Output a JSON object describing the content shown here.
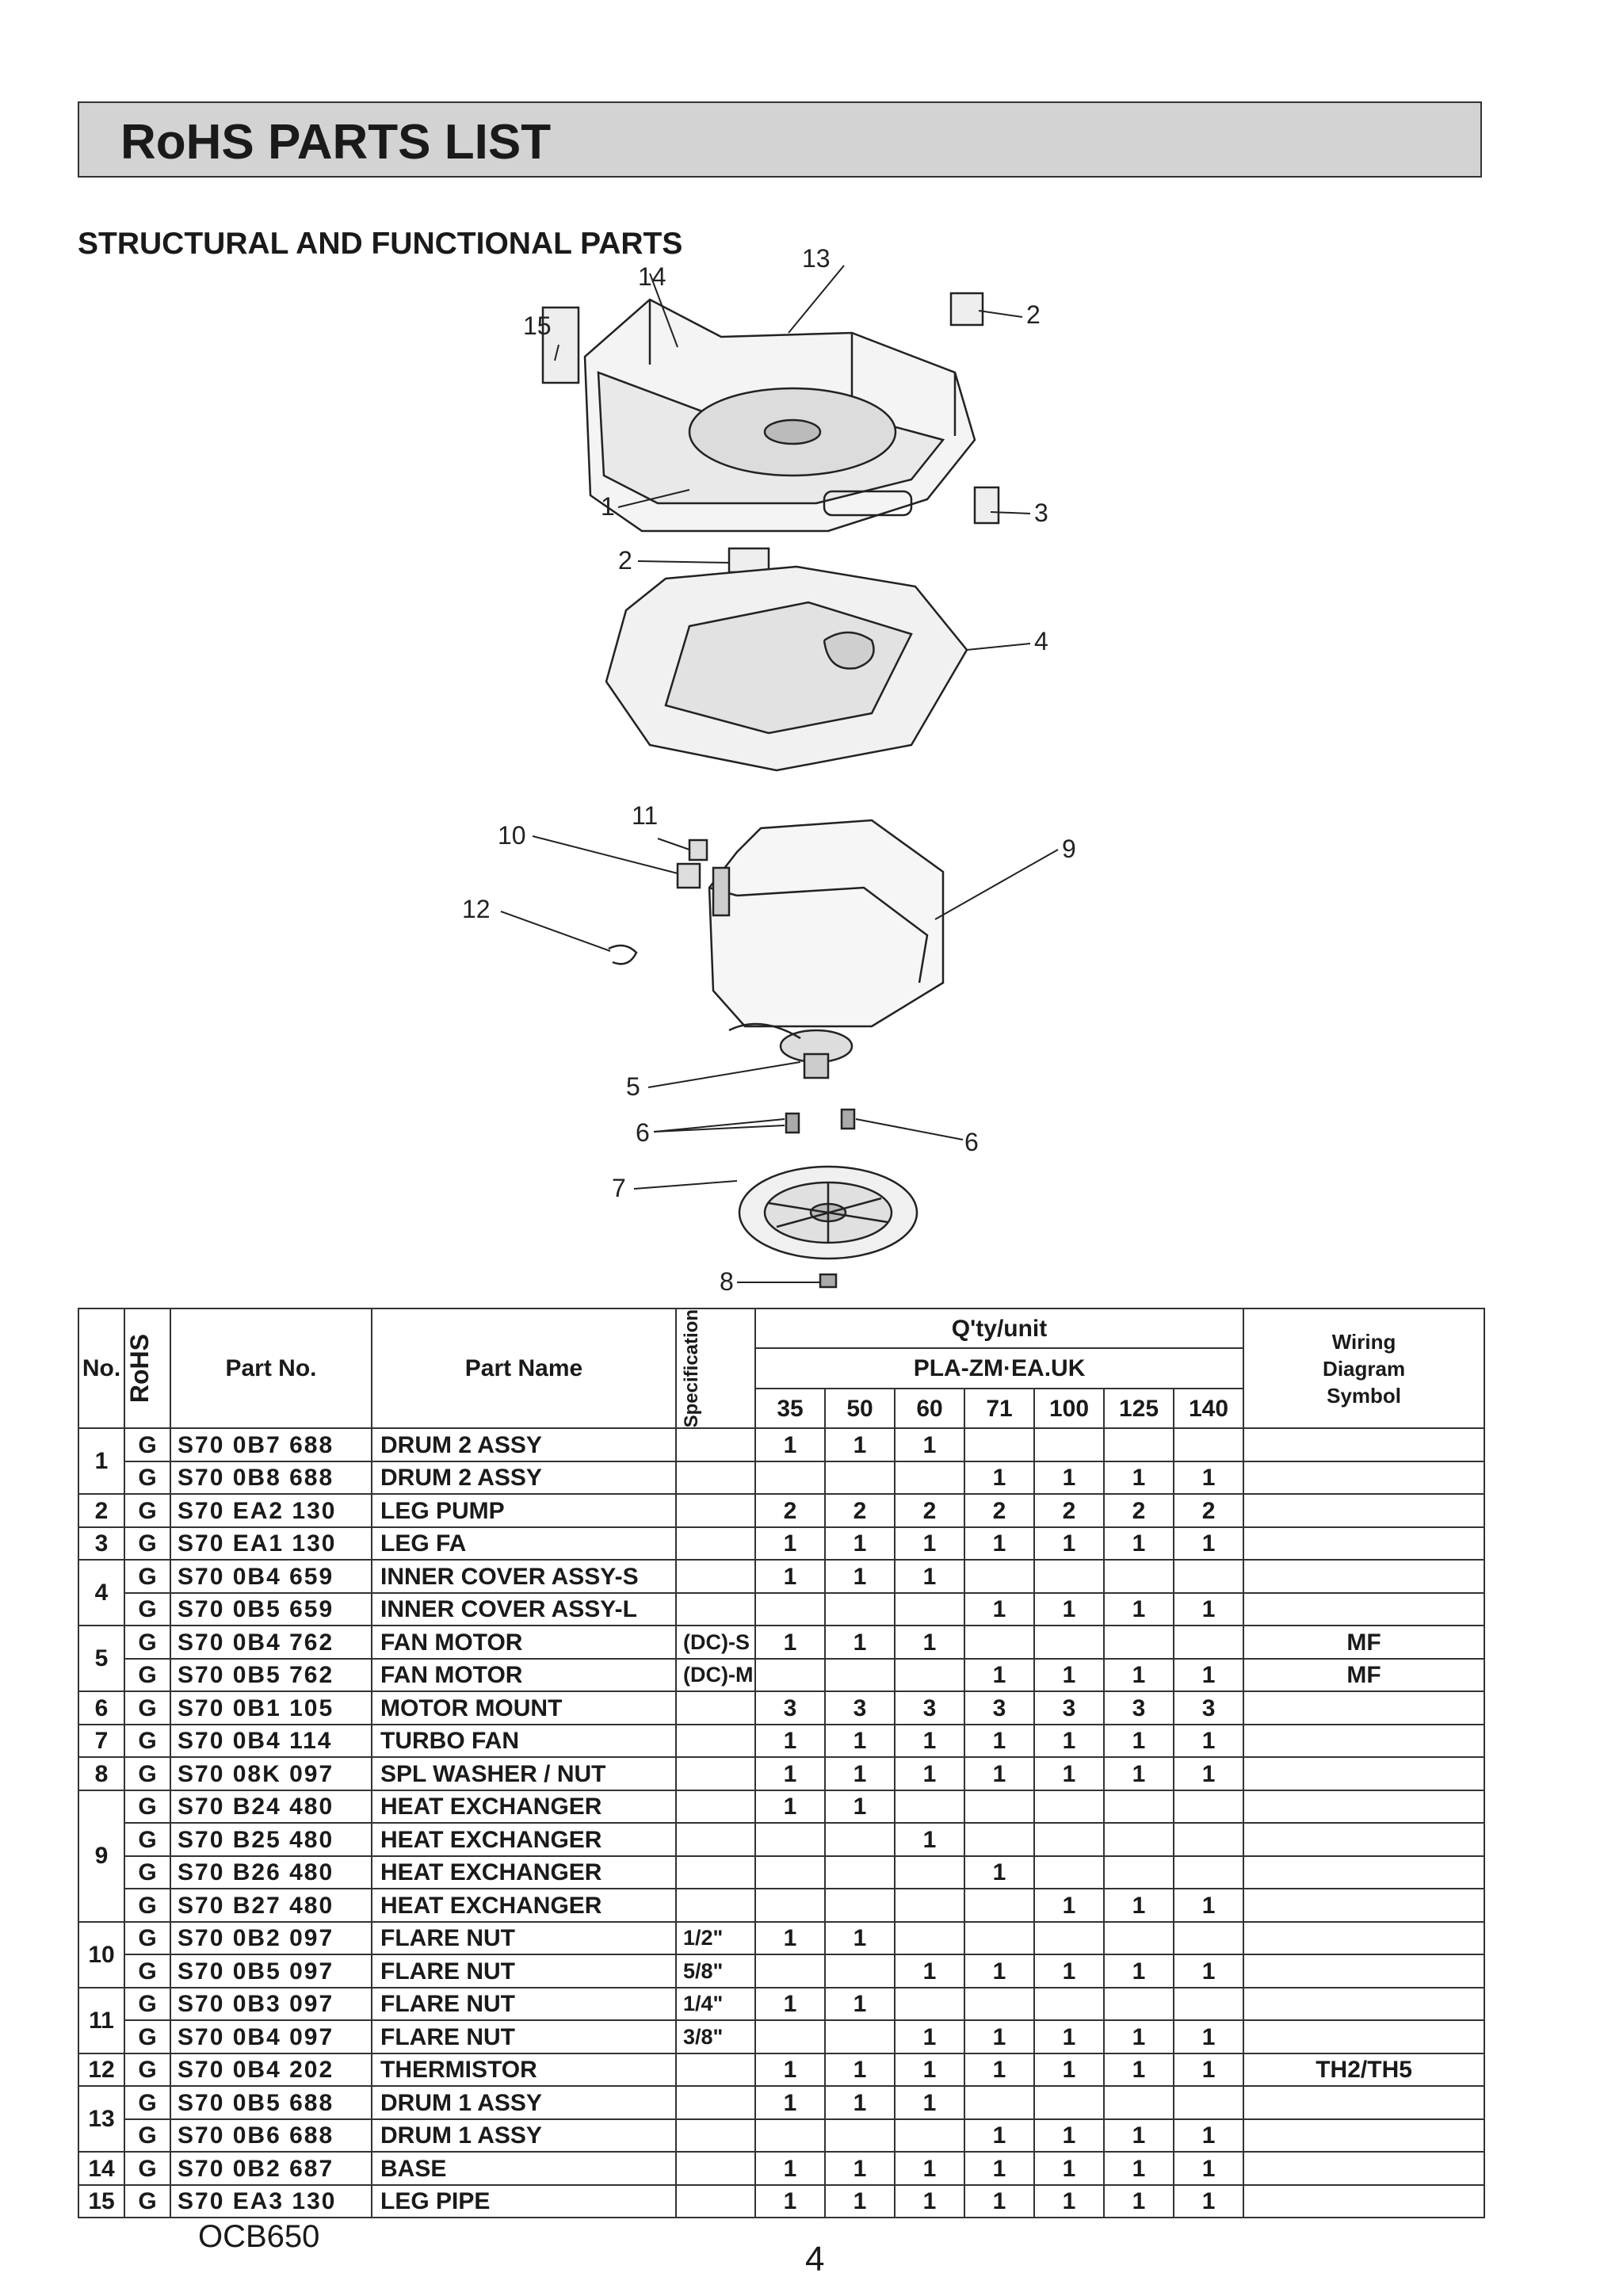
{
  "title": "RoHS PARTS LIST",
  "section": "STRUCTURAL AND FUNCTIONAL PARTS",
  "callouts": [
    "13",
    "14",
    "15",
    "2",
    "1",
    "3",
    "2",
    "4",
    "11",
    "10",
    "9",
    "12",
    "5",
    "6",
    "6",
    "7",
    "8"
  ],
  "table": {
    "h_no": "No.",
    "h_rohs": "RoHS",
    "h_partno": "Part No.",
    "h_partname": "Part Name",
    "h_spec": "Specification",
    "h_qty": "Q'ty/unit",
    "h_model": "PLA-ZM·EA.UK",
    "h_wiring_1": "Wiring",
    "h_wiring_2": "Diagram",
    "h_wiring_3": "Symbol",
    "capacities": [
      "35",
      "50",
      "60",
      "71",
      "100",
      "125",
      "140"
    ]
  },
  "groups": [
    {
      "no": "1",
      "rows": [
        {
          "rohs": "G",
          "part_no": "S70 0B7 688",
          "name": "DRUM 2 ASSY",
          "spec": "",
          "qty": [
            "1",
            "1",
            "1",
            "",
            "",
            "",
            ""
          ],
          "wiring": ""
        },
        {
          "rohs": "G",
          "part_no": "S70 0B8 688",
          "name": "DRUM 2 ASSY",
          "spec": "",
          "qty": [
            "",
            "",
            "",
            "1",
            "1",
            "1",
            "1"
          ],
          "wiring": ""
        }
      ]
    },
    {
      "no": "2",
      "rows": [
        {
          "rohs": "G",
          "part_no": "S70 EA2 130",
          "name": "LEG PUMP",
          "spec": "",
          "qty": [
            "2",
            "2",
            "2",
            "2",
            "2",
            "2",
            "2"
          ],
          "wiring": ""
        }
      ]
    },
    {
      "no": "3",
      "rows": [
        {
          "rohs": "G",
          "part_no": "S70 EA1 130",
          "name": "LEG FA",
          "spec": "",
          "qty": [
            "1",
            "1",
            "1",
            "1",
            "1",
            "1",
            "1"
          ],
          "wiring": ""
        }
      ]
    },
    {
      "no": "4",
      "rows": [
        {
          "rohs": "G",
          "part_no": "S70 0B4 659",
          "name": "INNER COVER ASSY-S",
          "spec": "",
          "qty": [
            "1",
            "1",
            "1",
            "",
            "",
            "",
            ""
          ],
          "wiring": ""
        },
        {
          "rohs": "G",
          "part_no": "S70 0B5 659",
          "name": "INNER COVER ASSY-L",
          "spec": "",
          "qty": [
            "",
            "",
            "",
            "1",
            "1",
            "1",
            "1"
          ],
          "wiring": ""
        }
      ]
    },
    {
      "no": "5",
      "rows": [
        {
          "rohs": "G",
          "part_no": "S70 0B4 762",
          "name": "FAN MOTOR",
          "spec": "(DC)-S",
          "qty": [
            "1",
            "1",
            "1",
            "",
            "",
            "",
            ""
          ],
          "wiring": "MF"
        },
        {
          "rohs": "G",
          "part_no": "S70 0B5 762",
          "name": "FAN MOTOR",
          "spec": "(DC)-M",
          "qty": [
            "",
            "",
            "",
            "1",
            "1",
            "1",
            "1"
          ],
          "wiring": "MF"
        }
      ]
    },
    {
      "no": "6",
      "rows": [
        {
          "rohs": "G",
          "part_no": "S70 0B1 105",
          "name": "MOTOR MOUNT",
          "spec": "",
          "qty": [
            "3",
            "3",
            "3",
            "3",
            "3",
            "3",
            "3"
          ],
          "wiring": ""
        }
      ]
    },
    {
      "no": "7",
      "rows": [
        {
          "rohs": "G",
          "part_no": "S70 0B4 114",
          "name": "TURBO FAN",
          "spec": "",
          "qty": [
            "1",
            "1",
            "1",
            "1",
            "1",
            "1",
            "1"
          ],
          "wiring": ""
        }
      ]
    },
    {
      "no": "8",
      "rows": [
        {
          "rohs": "G",
          "part_no": "S70 08K 097",
          "name": "SPL WASHER / NUT",
          "spec": "",
          "qty": [
            "1",
            "1",
            "1",
            "1",
            "1",
            "1",
            "1"
          ],
          "wiring": ""
        }
      ]
    },
    {
      "no": "9",
      "rows": [
        {
          "rohs": "G",
          "part_no": "S70 B24 480",
          "name": "HEAT EXCHANGER",
          "spec": "",
          "qty": [
            "1",
            "1",
            "",
            "",
            "",
            "",
            ""
          ],
          "wiring": ""
        },
        {
          "rohs": "G",
          "part_no": "S70 B25 480",
          "name": "HEAT EXCHANGER",
          "spec": "",
          "qty": [
            "",
            "",
            "1",
            "",
            "",
            "",
            ""
          ],
          "wiring": ""
        },
        {
          "rohs": "G",
          "part_no": "S70 B26 480",
          "name": "HEAT EXCHANGER",
          "spec": "",
          "qty": [
            "",
            "",
            "",
            "1",
            "",
            "",
            ""
          ],
          "wiring": ""
        },
        {
          "rohs": "G",
          "part_no": "S70 B27 480",
          "name": "HEAT EXCHANGER",
          "spec": "",
          "qty": [
            "",
            "",
            "",
            "",
            "1",
            "1",
            "1"
          ],
          "wiring": ""
        }
      ]
    },
    {
      "no": "10",
      "rows": [
        {
          "rohs": "G",
          "part_no": "S70 0B2 097",
          "name": "FLARE NUT",
          "spec": "1/2\"",
          "qty": [
            "1",
            "1",
            "",
            "",
            "",
            "",
            ""
          ],
          "wiring": ""
        },
        {
          "rohs": "G",
          "part_no": "S70 0B5 097",
          "name": "FLARE NUT",
          "spec": "5/8\"",
          "qty": [
            "",
            "",
            "1",
            "1",
            "1",
            "1",
            "1"
          ],
          "wiring": ""
        }
      ]
    },
    {
      "no": "11",
      "rows": [
        {
          "rohs": "G",
          "part_no": "S70 0B3 097",
          "name": "FLARE NUT",
          "spec": "1/4\"",
          "qty": [
            "1",
            "1",
            "",
            "",
            "",
            "",
            ""
          ],
          "wiring": ""
        },
        {
          "rohs": "G",
          "part_no": "S70 0B4 097",
          "name": "FLARE NUT",
          "spec": "3/8\"",
          "qty": [
            "",
            "",
            "1",
            "1",
            "1",
            "1",
            "1"
          ],
          "wiring": ""
        }
      ]
    },
    {
      "no": "12",
      "rows": [
        {
          "rohs": "G",
          "part_no": "S70 0B4 202",
          "name": "THERMISTOR",
          "spec": "",
          "qty": [
            "1",
            "1",
            "1",
            "1",
            "1",
            "1",
            "1"
          ],
          "wiring": "TH2/TH5"
        }
      ]
    },
    {
      "no": "13",
      "rows": [
        {
          "rohs": "G",
          "part_no": "S70 0B5 688",
          "name": "DRUM 1 ASSY",
          "spec": "",
          "qty": [
            "1",
            "1",
            "1",
            "",
            "",
            "",
            ""
          ],
          "wiring": ""
        },
        {
          "rohs": "G",
          "part_no": "S70 0B6 688",
          "name": "DRUM 1 ASSY",
          "spec": "",
          "qty": [
            "",
            "",
            "",
            "1",
            "1",
            "1",
            "1"
          ],
          "wiring": ""
        }
      ]
    },
    {
      "no": "14",
      "rows": [
        {
          "rohs": "G",
          "part_no": "S70 0B2 687",
          "name": "BASE",
          "spec": "",
          "qty": [
            "1",
            "1",
            "1",
            "1",
            "1",
            "1",
            "1"
          ],
          "wiring": ""
        }
      ]
    },
    {
      "no": "15",
      "rows": [
        {
          "rohs": "G",
          "part_no": "S70 EA3 130",
          "name": "LEG PIPE",
          "spec": "",
          "qty": [
            "1",
            "1",
            "1",
            "1",
            "1",
            "1",
            "1"
          ],
          "wiring": ""
        }
      ]
    }
  ],
  "footer": {
    "code": "OCB650",
    "page": "4"
  }
}
